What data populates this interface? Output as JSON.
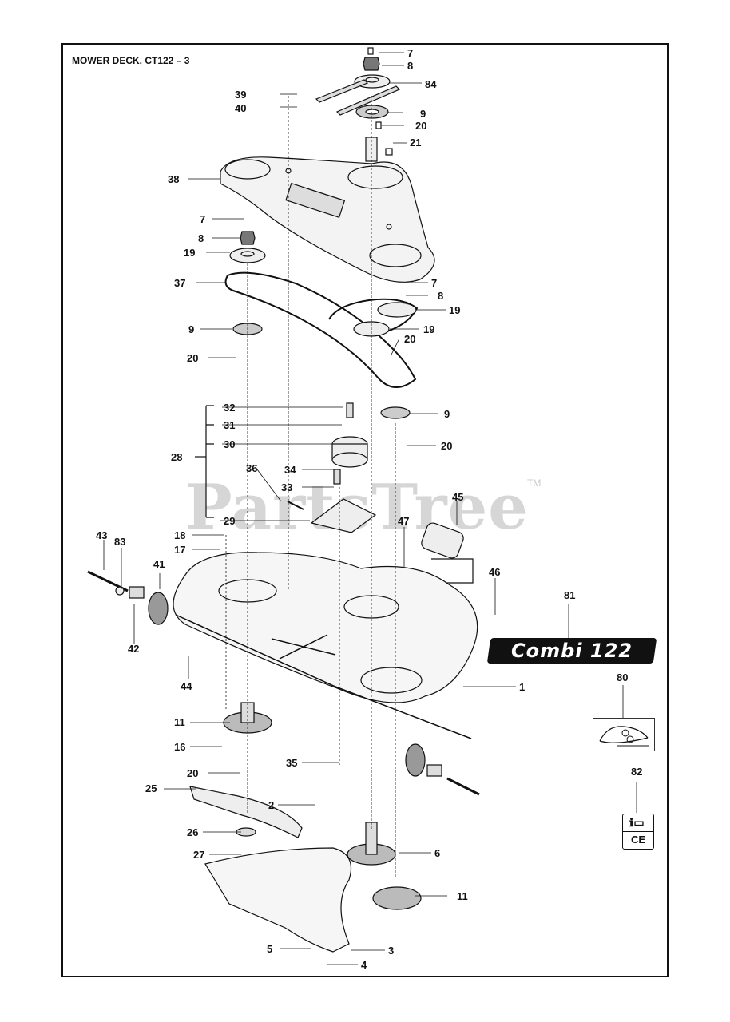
{
  "title": "MOWER DECK, CT122 – 3",
  "watermark": "PartsTree",
  "watermark_tm": "TM",
  "badge": {
    "text": "Combi 122"
  },
  "ce_mark": "CE",
  "callouts": {
    "c7a": "7",
    "c8a": "8",
    "c84": "84",
    "c39": "39",
    "c40": "40",
    "c9a": "9",
    "c20a": "20",
    "c21": "21",
    "c38": "38",
    "c7b": "7",
    "c8b": "8",
    "c19a": "19",
    "c7c": "7",
    "c8c": "8",
    "c37": "37",
    "c19b": "19",
    "c9b": "9",
    "c19c": "19",
    "c20b": "20",
    "c20c": "20",
    "c32": "32",
    "c31": "31",
    "c9c": "9",
    "c30": "30",
    "c20d": "20",
    "c28": "28",
    "c36": "36",
    "c34": "34",
    "c45": "45",
    "c33": "33",
    "c29": "29",
    "c47": "47",
    "c43": "43",
    "c83": "83",
    "c18": "18",
    "c17": "17",
    "c41": "41",
    "c46": "46",
    "c81": "81",
    "c42": "42",
    "c44": "44",
    "c1": "1",
    "c80": "80",
    "c11a": "11",
    "c16": "16",
    "c35": "35",
    "c20e": "20",
    "c82": "82",
    "c25": "25",
    "c2": "2",
    "c26": "26",
    "c6": "6",
    "c27": "27",
    "c11b": "11",
    "c5": "5",
    "c3": "3",
    "c4": "4"
  }
}
